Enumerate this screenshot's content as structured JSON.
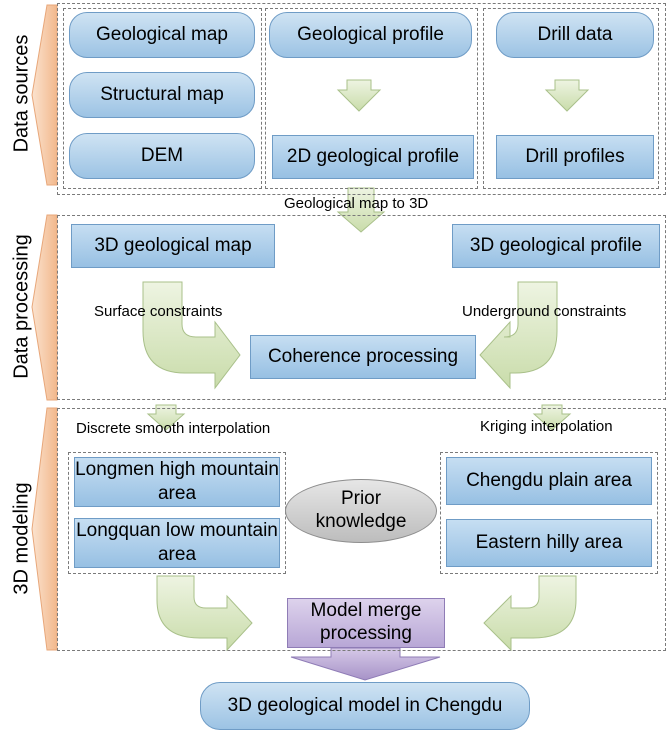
{
  "stages": [
    "Data sources",
    "Data processing",
    "3D modeling"
  ],
  "sources": {
    "geological_map": "Geological map",
    "structural_map": "Structural map",
    "dem": "DEM",
    "geological_profile": "Geological profile",
    "profile_2d": "2D geological profile",
    "drill_data": "Drill data",
    "drill_profiles": "Drill profiles"
  },
  "processing": {
    "map_to_3d_label": "Geological map to 3D",
    "map_3d": "3D geological map",
    "profile_3d": "3D geological profile",
    "surface_constraints": "Surface constraints",
    "underground_constraints": "Underground constraints",
    "coherence": "Coherence processing"
  },
  "modeling": {
    "dsi_label": "Discrete smooth interpolation",
    "kriging_label": "Kriging interpolation",
    "longmen": "Longmen high mountain  area",
    "longquan": "Longquan low mountain area",
    "prior": "Prior knowledge",
    "chengdu_plain": "Chengdu plain area",
    "eastern_hilly": "Eastern hilly area",
    "merge": "Model merge processing"
  },
  "output": "3D geological model in Chengdu",
  "colors": {
    "box_blue": "#a9cbe8",
    "arrow_green": "#d4e4b8",
    "stage_arrow": "#f6c9a6",
    "merge_purple": "#c3b3da",
    "prior_grey": "#cfcfcf"
  }
}
